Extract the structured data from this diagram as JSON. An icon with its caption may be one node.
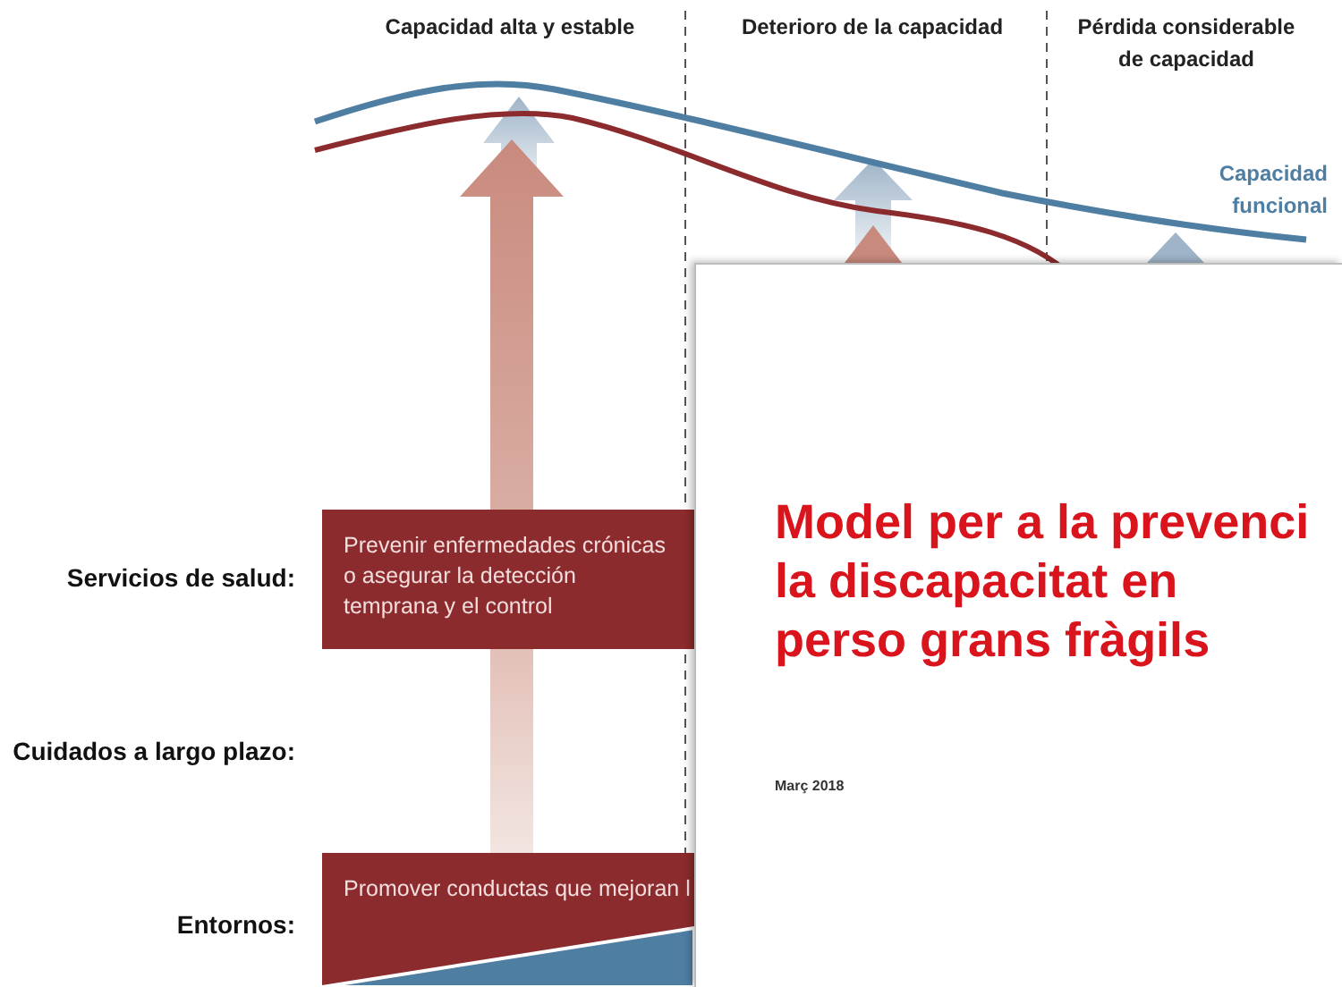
{
  "diagram": {
    "nodes": [
      {
        "text": [
          "Prevenir enfermedades crónicas o asegurar la detección temprana y el control"
        ]
      },
      {
        "text": [
          "Promover conductas que mejoran l"
        ]
      },
      {
        "text": [
          "Model per a la prevenci la discapacitat en perso grans fràgils",
          "Març 2018"
        ]
      }
    ],
    "labels": [
      "Capacidad alta y estable",
      "Deterioro de la capacidad",
      "Pérdida considerable de capacidad",
      "Capacidad funcional",
      "Servicios de salud:",
      "Cuidados a largo plazo:",
      "Entornos:"
    ]
  }
}
